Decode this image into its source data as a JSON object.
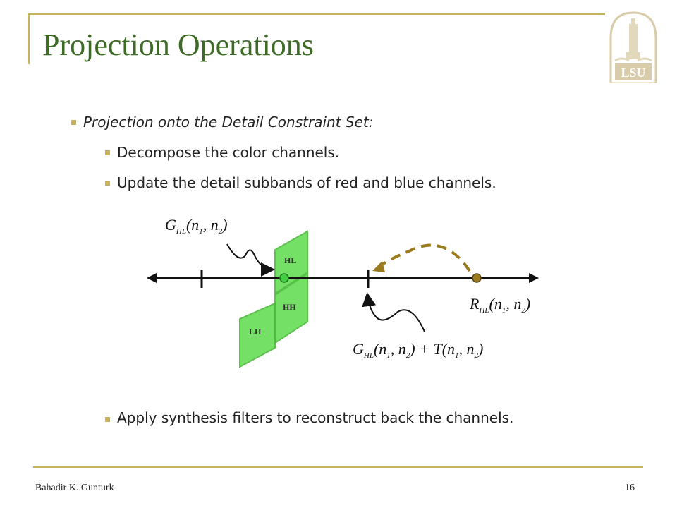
{
  "slide": {
    "title": "Projection Operations",
    "bullets": [
      "Projection onto the Detail Constraint Set:",
      "Decompose the color channels.",
      "Update the detail subbands of red and blue channels.",
      "Apply synthesis filters to reconstruct back the channels."
    ]
  },
  "diagram": {
    "subbands": [
      "HL",
      "HH",
      "LH"
    ],
    "label_g": {
      "base": "G",
      "sub": "HL",
      "args": "(n",
      "a1": "1",
      "comma": ", n",
      "a2": "2",
      "close": ")"
    },
    "label_r": {
      "base": "R",
      "sub": "HL",
      "args": "(n",
      "a1": "1",
      "comma": ", n",
      "a2": "2",
      "close": ")"
    },
    "label_sum": {
      "base": "G",
      "sub": "HL",
      "args": "(n",
      "a1": "1",
      "comma": ", n",
      "a2": "2",
      "plus": ") + T(n",
      "b1": "1",
      "comma2": ", n",
      "b2": "2",
      "close": ")"
    }
  },
  "footer": {
    "author": "Bahadir K. Gunturk",
    "page": "16"
  },
  "logo": {
    "text": "LSU"
  },
  "colors": {
    "title": "#3d6a25",
    "accent": "#c8b25a",
    "plane": "#66dd55",
    "arrow_dashed": "#9a7a1e"
  }
}
